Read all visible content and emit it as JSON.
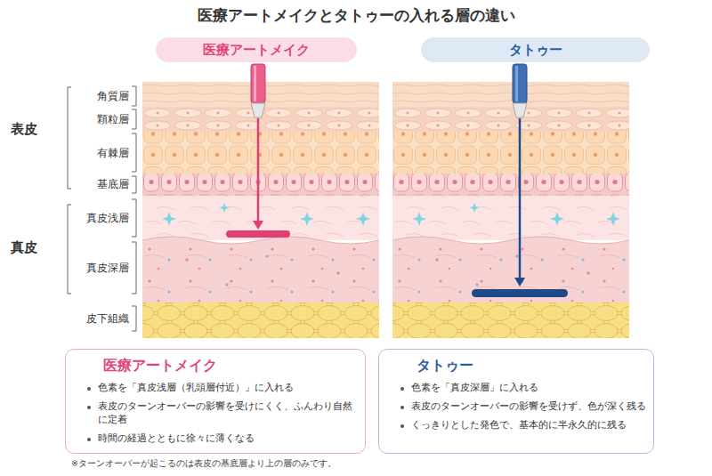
{
  "diagram": {
    "title": "医療アートメイクとタトゥーの入れる層の違い",
    "nodes": [
      {
        "text": [
          "医療アートメイク"
        ]
      },
      {
        "text": [
          "タトゥー"
        ]
      },
      {
        "text": [
          "医療アートメイク",
          "色素を「真皮浅層（乳頭層付近）」に入れる",
          "表皮のターンオーバーの影響を受けにくく、ふんわり自然に定着",
          "時間の経過とともに徐々に薄くなる"
        ]
      },
      {
        "text": [
          "タトゥー",
          "色素を「真皮深層」に入れる",
          "表皮のターンオーバーの影響を受けず、色が深く残る",
          "くっきりとした発色で、基本的に半永久的に残る"
        ]
      }
    ],
    "labels": [
      "表皮",
      "角質層",
      "顆粒層",
      "有棘層",
      "基底層",
      "真皮",
      "真皮浅層",
      "真皮深層",
      "皮下組織",
      "※ターンオーバーが起こるのは表皮の基底層より上の層のみです。"
    ]
  }
}
